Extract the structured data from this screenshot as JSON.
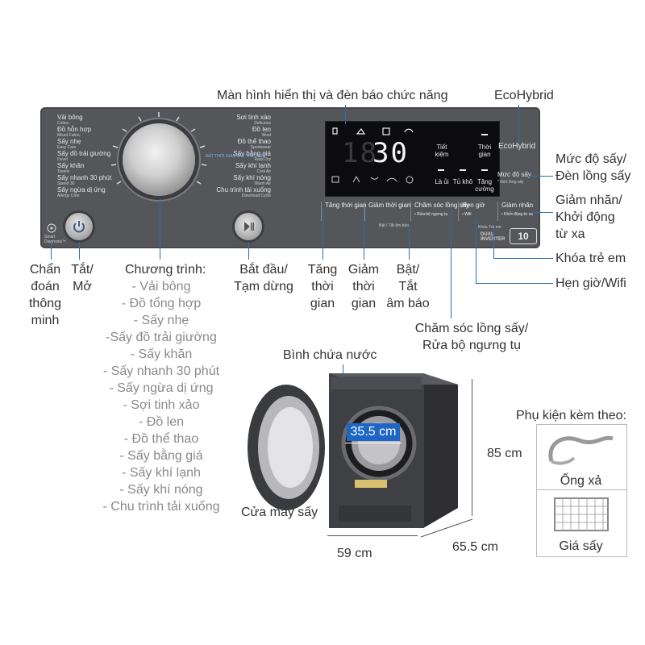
{
  "callouts": {
    "display_title": "Màn hình hiển thị và đèn báo chức năng",
    "ecohybrid": "EcoHybrid",
    "dry_level_1": "Mức độ sấy/",
    "dry_level_2": "Đèn lồng sấy",
    "wrinkle_1": "Giảm nhăn/",
    "wrinkle_2": "Khởi động",
    "wrinkle_3": "từ xa",
    "child_lock": "Khóa trẻ em",
    "timer_wifi": "Hẹn giờ/Wifi",
    "diagnose": [
      "Chẩn",
      "đoán",
      "thông",
      "minh"
    ],
    "power": [
      "Tắt/",
      "Mở"
    ],
    "start": [
      "Bắt đầu/",
      "Tạm dừng"
    ],
    "inc_time": [
      "Tăng",
      "thời",
      "gian"
    ],
    "dec_time": [
      "Giảm",
      "thời",
      "gian"
    ],
    "beep": [
      "Bật/",
      "Tắt",
      "âm báo"
    ],
    "care": [
      "Chăm sóc lồng sấy/",
      "Rửa bộ ngưng tụ"
    ],
    "program_title": "Chương trình:",
    "programs": [
      "- Vải bông",
      "- Đồ tổng hợp",
      "- Sấy nhẹ",
      "-Sấy đồ trải giường",
      "- Sấy khăn",
      "- Sấy nhanh 30 phút",
      "- Sấy ngừa dị ứng",
      "- Sợi tinh xảo",
      "- Đồ len",
      "- Đồ thể thao",
      "- Sấy bằng giá",
      "- Sấy khí lạnh",
      "- Sấy khí nóng",
      "- Chu trình tải xuống"
    ],
    "water_tank": "Bình chứa nước",
    "door": "Cửa máy sấy",
    "depth_inner": "35.5 cm",
    "height": "85 cm",
    "width": "59 cm",
    "depth": "65.5 cm",
    "accessories_title": "Phụ kiện kèm theo:",
    "hose": "Ống xả",
    "rack": "Giá sấy"
  },
  "panel": {
    "left_programs": [
      {
        "vi": "Vải bông",
        "en": "Cotton"
      },
      {
        "vi": "Đồ hỗn hợp",
        "en": "Mixed Fabric"
      },
      {
        "vi": "Sấy nhẹ",
        "en": "Easy Care"
      },
      {
        "vi": "Sấy đồ trải giường",
        "en": "Duvet"
      },
      {
        "vi": "Sấy khăn",
        "en": "Towels"
      },
      {
        "vi": "Sấy nhanh 30 phút",
        "en": "Speed 30"
      },
      {
        "vi": "Sấy ngừa dị ứng",
        "en": "Allergy Care"
      }
    ],
    "right_programs": [
      {
        "vi": "Sợi tinh xảo",
        "en": "Delicates"
      },
      {
        "vi": "Đồ len",
        "en": "Wool"
      },
      {
        "vi": "Đồ thể thao",
        "en": "Sportswear"
      },
      {
        "vi": "Sấy bằng giá",
        "en": "Rack Dry"
      },
      {
        "vi": "Sấy khí lạnh",
        "en": "Cool Air"
      },
      {
        "vi": "Sấy khí nóng",
        "en": "Warm Air"
      },
      {
        "vi": "Chu trình tải xuống",
        "en": "Download Cycle"
      }
    ],
    "time_range_label": "ĐẶT THỜI GIAN SẤY THEO GIỜ",
    "smart_diagnosis": "Smart Diagnosis™",
    "display_time": "30",
    "display_digits_dim": "18",
    "display_labels": {
      "tiet_kiem": "Tiết kiệm",
      "thoi_gian": "Thời gian",
      "la_ui": "Là ủi",
      "tu_kho": "Tủ khô",
      "tang_cuong": "Tăng cường"
    },
    "ecohybrid_btn": "EcoHybrid",
    "dry_level_btn": "Mức độ sấy",
    "dry_level_sub": "* Đèn lồng sấy",
    "buttons": [
      {
        "label": "Tăng thời gian",
        "sub": ""
      },
      {
        "label": "Giảm thời gian",
        "sub": ""
      },
      {
        "label": "Chăm sóc lồng sấy",
        "sub": "• Rửa bộ ngưng tụ"
      },
      {
        "label": "Hẹn giờ",
        "sub": "• Wifi"
      },
      {
        "label": "Giảm nhăn",
        "sub": "• Khởi động từ xa"
      }
    ],
    "beep_sub": "Bật / Tắt âm báo",
    "child_lock_sub": "Khóa Trẻ em",
    "dual_inverter": "DUAL INVERTER",
    "warranty": "10"
  },
  "colors": {
    "panel": "#55565a",
    "callout_line": "#2a6fb0",
    "program_list": "#8a8a8a",
    "dimension_box": "#1d66c4"
  }
}
